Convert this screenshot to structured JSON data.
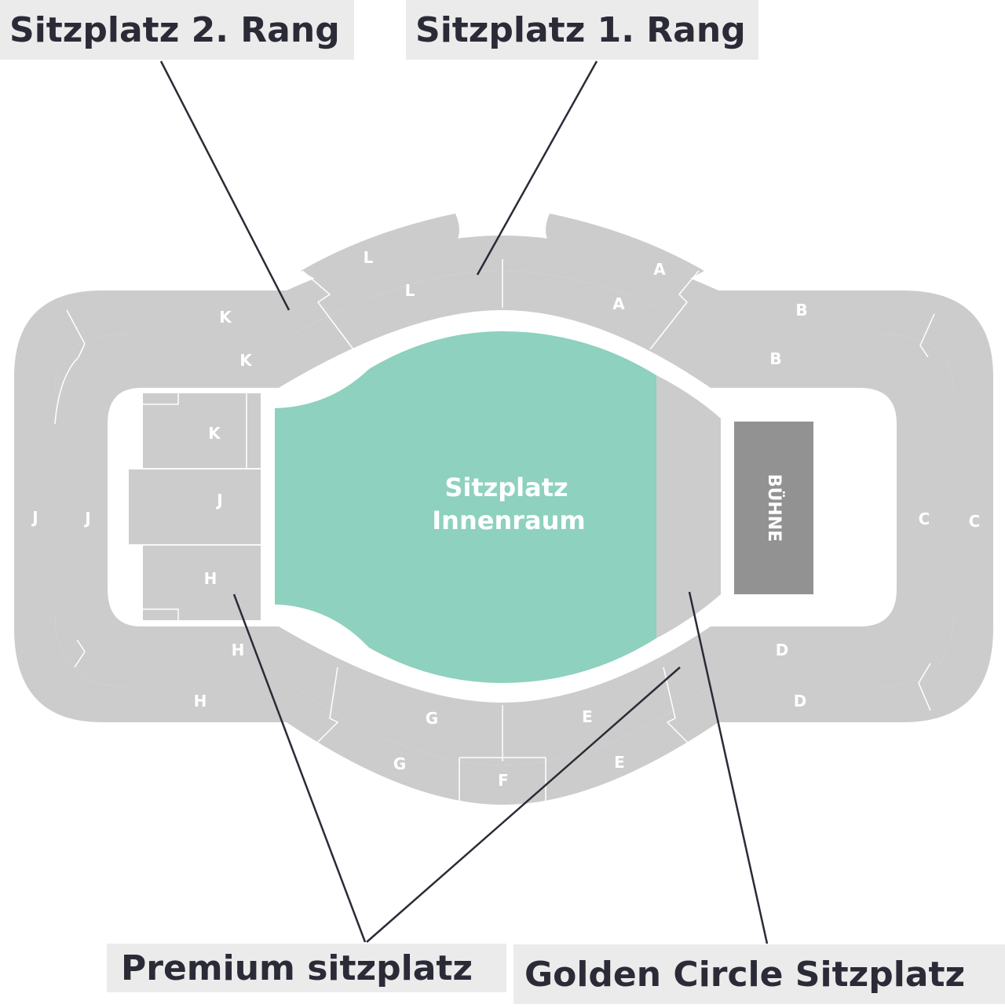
{
  "callouts": {
    "rang2": "Sitzplatz 2. Rang",
    "rang1": "Sitzplatz 1. Rang",
    "premium": "Premium sitzplatz",
    "golden": "Golden Circle Sitzplatz"
  },
  "floor": {
    "line1": "Sitzplatz",
    "line2": "Innenraum"
  },
  "stage_label": "BÜHNE",
  "sections": {
    "upper": {
      "A": "A",
      "B": "B",
      "C": "C",
      "D": "D",
      "E": "E",
      "F": "F",
      "G": "G",
      "H": "H",
      "J": "J",
      "K": "K",
      "L": "L"
    },
    "lower": {
      "A": "A",
      "B": "B",
      "C": "C",
      "D": "D",
      "E": "E",
      "G": "G",
      "H": "H",
      "J": "J",
      "K": "K",
      "L": "L"
    },
    "premium": {
      "K": "K",
      "J": "J",
      "H": "H"
    }
  },
  "colors": {
    "seating": "#cccccc",
    "floor": "#8dd1be",
    "stage": "#929292",
    "golden_circle": "#cccccc",
    "leader_line": "#2b2b38",
    "callout_bg": "#ebebeb",
    "label_text": "#ffffff"
  }
}
